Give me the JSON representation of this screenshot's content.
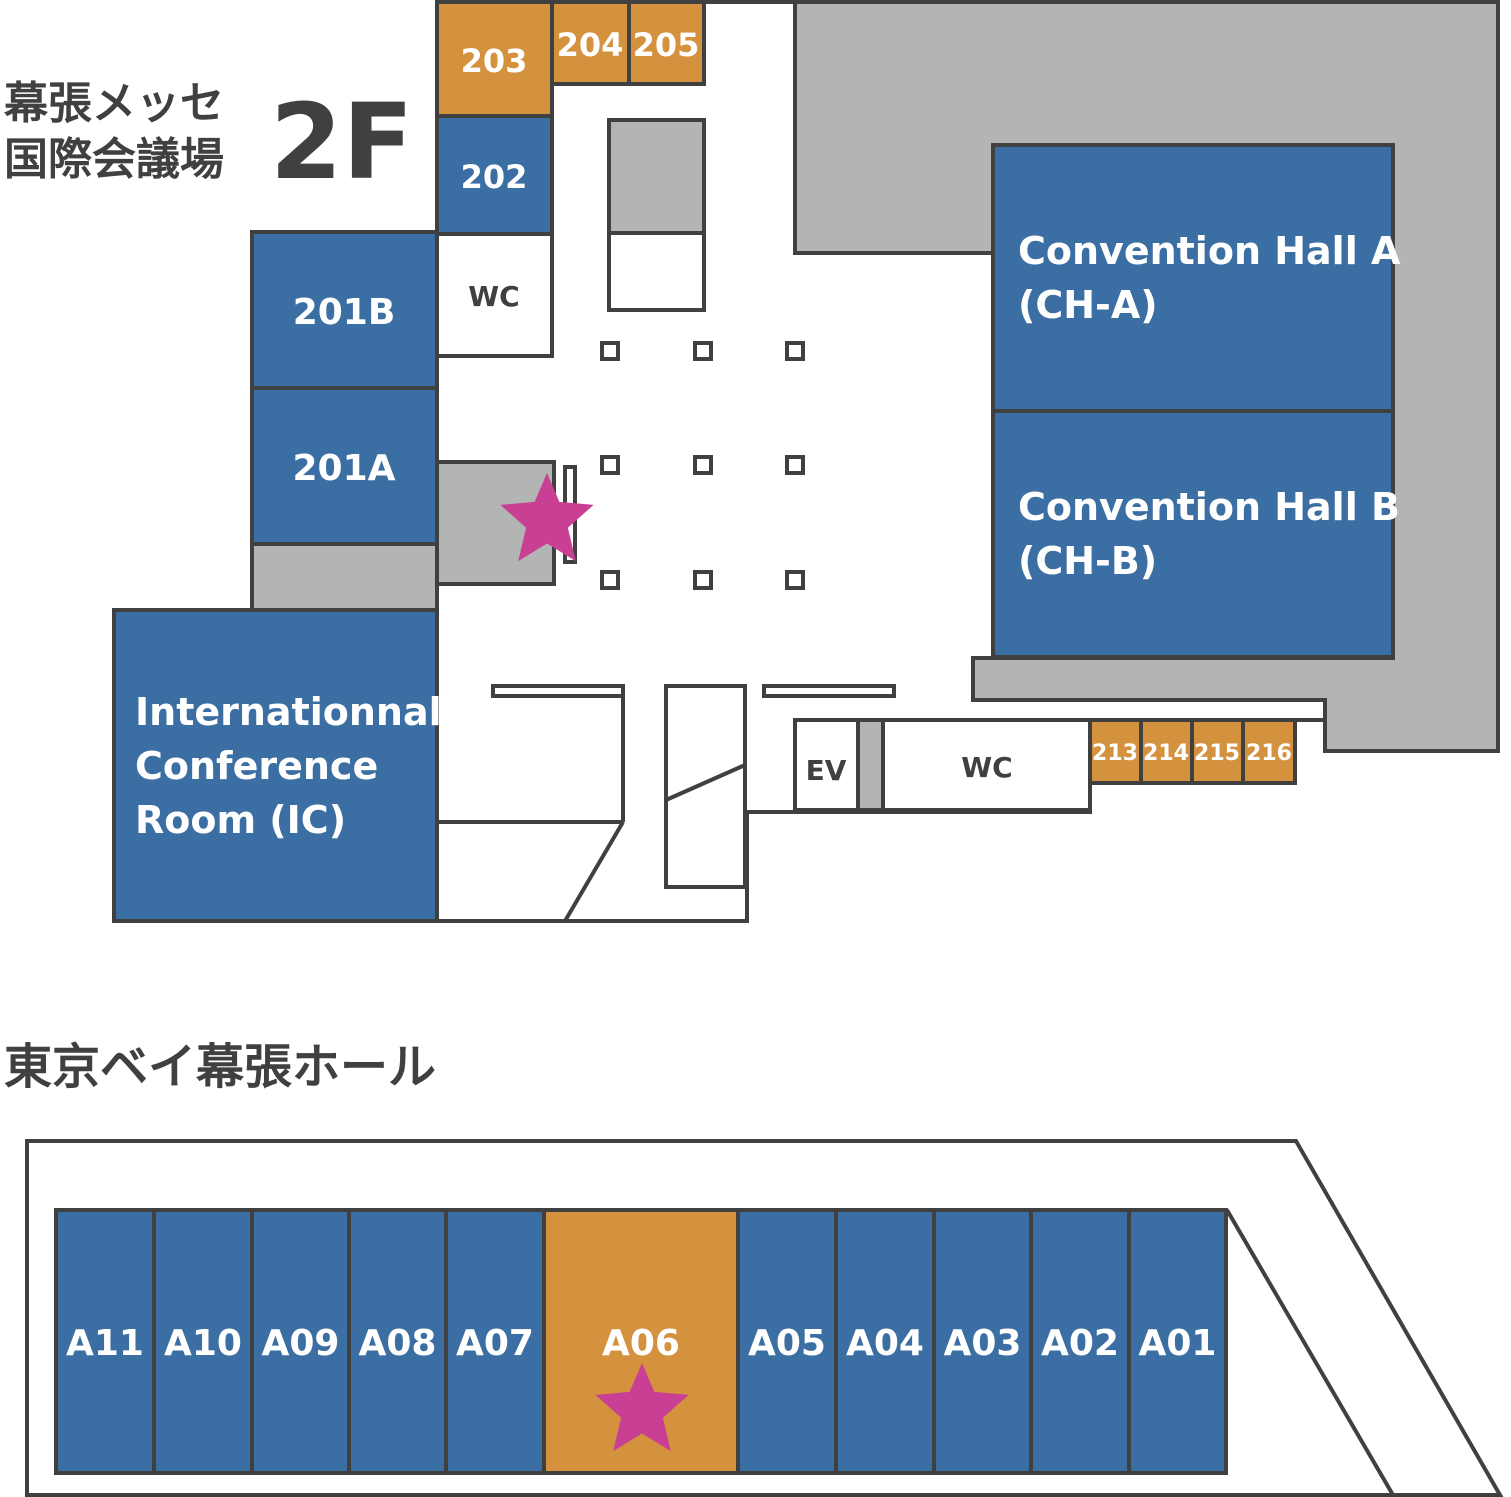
{
  "makuhari": {
    "name_line1": "幕張メッセ",
    "name_line2": "国際会議場",
    "floor": "2F",
    "rooms": {
      "r203": "203",
      "r204": "204",
      "r205": "205",
      "r202": "202",
      "wc_upper": "WC",
      "r201b": "201B",
      "r201a": "201A",
      "ch_a_line1": "Convention Hall A",
      "ch_a_line2": "(CH-A)",
      "ch_b_line1": "Convention Hall B",
      "ch_b_line2": "(CH-B)",
      "ic_line1": "Internationnal",
      "ic_line2": "Conference",
      "ic_line3": "Room (IC)",
      "ev": "EV",
      "wc_lower": "WC",
      "r213": "213",
      "r214": "214",
      "r215": "215",
      "r216": "216"
    }
  },
  "bay_hall": {
    "name": "東京ベイ幕張ホール",
    "rooms": [
      "A11",
      "A10",
      "A09",
      "A08",
      "A07",
      "A06",
      "A05",
      "A04",
      "A03",
      "A02",
      "A01"
    ],
    "highlighted_room": "A06"
  },
  "markers": {
    "star_color": "#c93f93"
  },
  "colors": {
    "room_blue": "#3b6fa3",
    "room_orange": "#d4913e",
    "service_gray": "#b3b4b4",
    "outline": "#404040"
  }
}
